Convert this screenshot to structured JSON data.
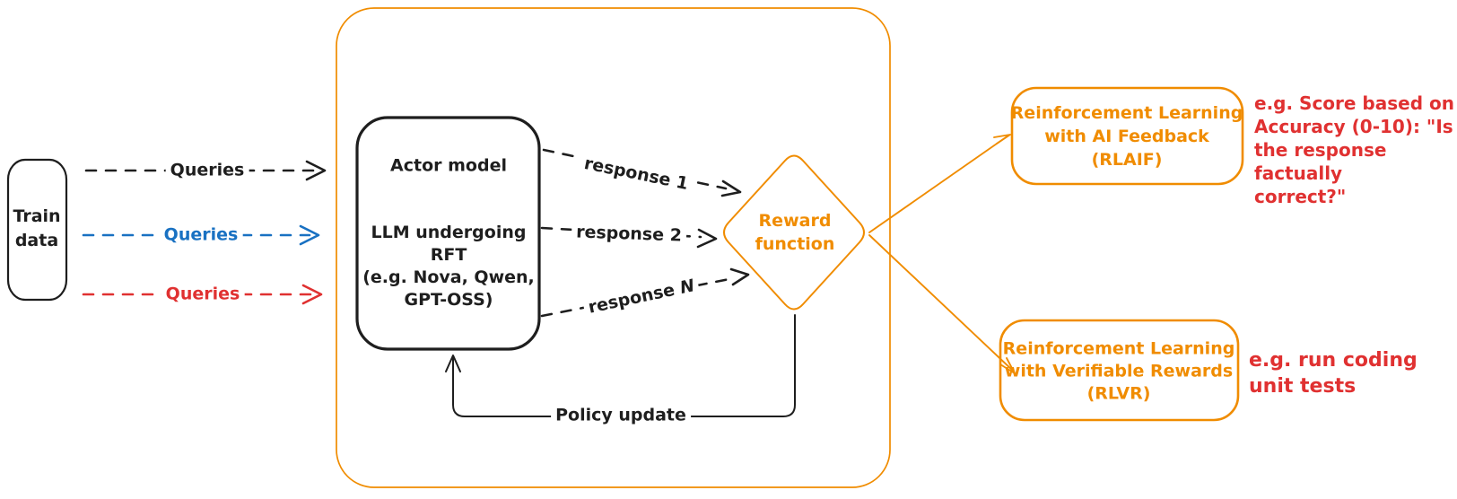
{
  "colors": {
    "stroke_black": "#1e1e1e",
    "accent_orange": "#f08c00",
    "accent_blue": "#1971c2",
    "accent_red": "#e03131",
    "background": "#ffffff"
  },
  "train_data": {
    "label": "Train\ndata"
  },
  "queries_arrows": {
    "top_label": "Queries",
    "middle_label": "Queries",
    "bottom_label": "Queries"
  },
  "actor_model": {
    "title": "Actor model",
    "subtitle": "LLM undergoing\nRFT\n(e.g. Nova, Qwen,\nGPT-OSS)"
  },
  "responses": {
    "first": "response 1",
    "second": "response 2",
    "nth_prefix": "response ",
    "nth_suffix": "N"
  },
  "reward_function": {
    "label": "Reward\nfunction"
  },
  "policy_update": {
    "label": "Policy update"
  },
  "rlaif": {
    "label": "Reinforcement Learning\nwith AI Feedback\n(RLAIF)",
    "example": "e.g. Score based on\nAccuracy (0-10): \"Is\nthe response factually\n correct?\""
  },
  "rlvr": {
    "label": "Reinforcement Learning\nwith Verifiable Rewards\n(RLVR)",
    "example": "e.g. run coding\nunit tests"
  }
}
